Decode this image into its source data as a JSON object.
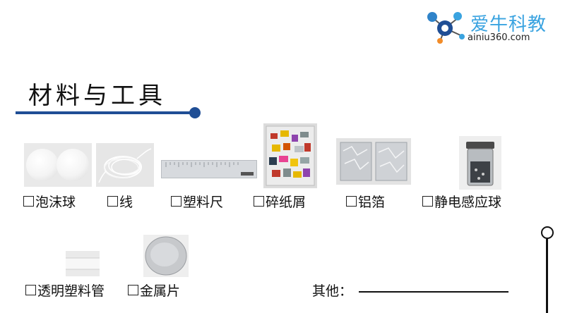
{
  "logo": {
    "name": "爱牛科教",
    "url": "ainiu360.com",
    "colors": {
      "blue": "#3aa3e0",
      "navy": "#1f4e95",
      "orange": "#f28c28"
    }
  },
  "section": {
    "title": "材料与工具",
    "accent_color": "#1f4e95"
  },
  "materials": [
    {
      "label": "泡沫球",
      "icon": "foam-balls"
    },
    {
      "label": "线",
      "icon": "thread"
    },
    {
      "label": "塑料尺",
      "icon": "plastic-ruler"
    },
    {
      "label": "碎纸屑",
      "icon": "paper-scraps"
    },
    {
      "label": "铝箔",
      "icon": "aluminum-foil"
    },
    {
      "label": "静电感应球",
      "icon": "electroscope-ball"
    },
    {
      "label": "透明塑料管",
      "icon": "transparent-tube"
    },
    {
      "label": "金属片",
      "icon": "metal-sheet"
    }
  ],
  "other": {
    "label": "其他："
  }
}
